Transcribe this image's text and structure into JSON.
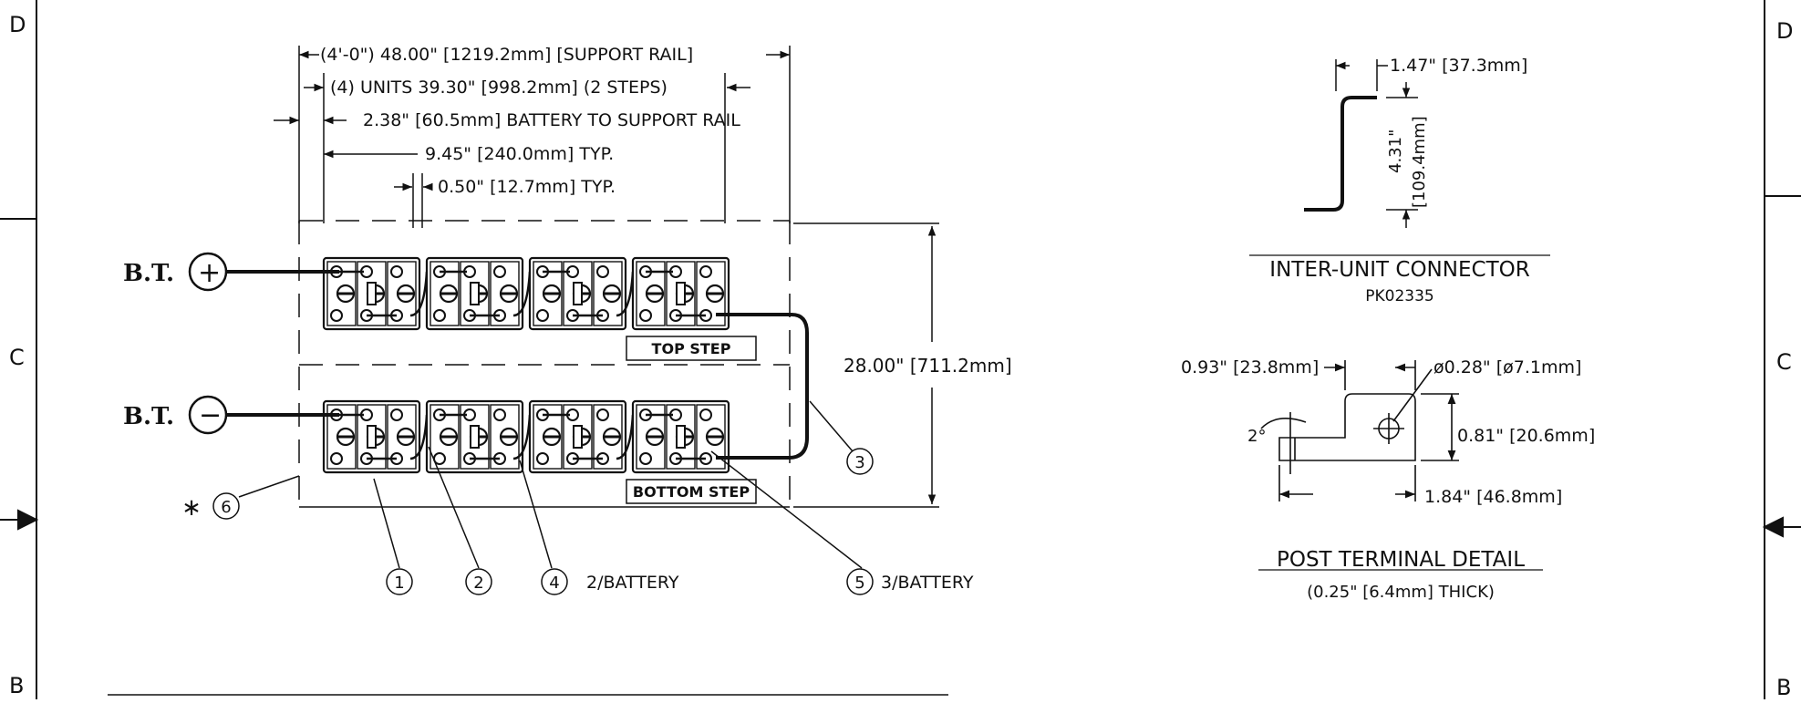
{
  "zones": {
    "d_left": "D",
    "d_right": "D",
    "c_left": "C",
    "c_right": "C",
    "b_left": "B",
    "b_right": "B"
  },
  "dims": {
    "support_rail": "(4'-0\") 48.00\" [1219.2mm] [SUPPORT RAIL]",
    "units": "(4) UNITS 39.30\" [998.2mm] (2 STEPS)",
    "battery_to_rail": "2.38\" [60.5mm] BATTERY TO SUPPORT RAIL",
    "unit_pitch": "9.45\" [240.0mm] TYP.",
    "gap": "0.50\" [12.7mm] TYP.",
    "height": "28.00\" [711.2mm]"
  },
  "terminals": {
    "bt_label": "B.T.",
    "plus": "+",
    "minus": "−"
  },
  "steps": {
    "top": "TOP STEP",
    "bottom": "BOTTOM STEP"
  },
  "callouts": {
    "c1": "1",
    "c2": "2",
    "c3": "3",
    "c4": "4",
    "c4_note": "2/BATTERY",
    "c5": "5",
    "c5_note": "3/BATTERY",
    "c6": "6",
    "star": "∗"
  },
  "inter_unit": {
    "width": "1.47\" [37.3mm]",
    "height_in": "4.31\"",
    "height_mm": "[109.4mm]",
    "title": "INTER-UNIT CONNECTOR",
    "part": "PK02335"
  },
  "post_terminal": {
    "d1": "0.93\" [23.8mm]",
    "hole": "ø0.28\" [ø7.1mm]",
    "angle": "2°",
    "h": "0.81\" [20.6mm]",
    "len": "1.84\" [46.8mm]",
    "title": "POST TERMINAL DETAIL",
    "note": "(0.25\" [6.4mm] THICK)"
  }
}
